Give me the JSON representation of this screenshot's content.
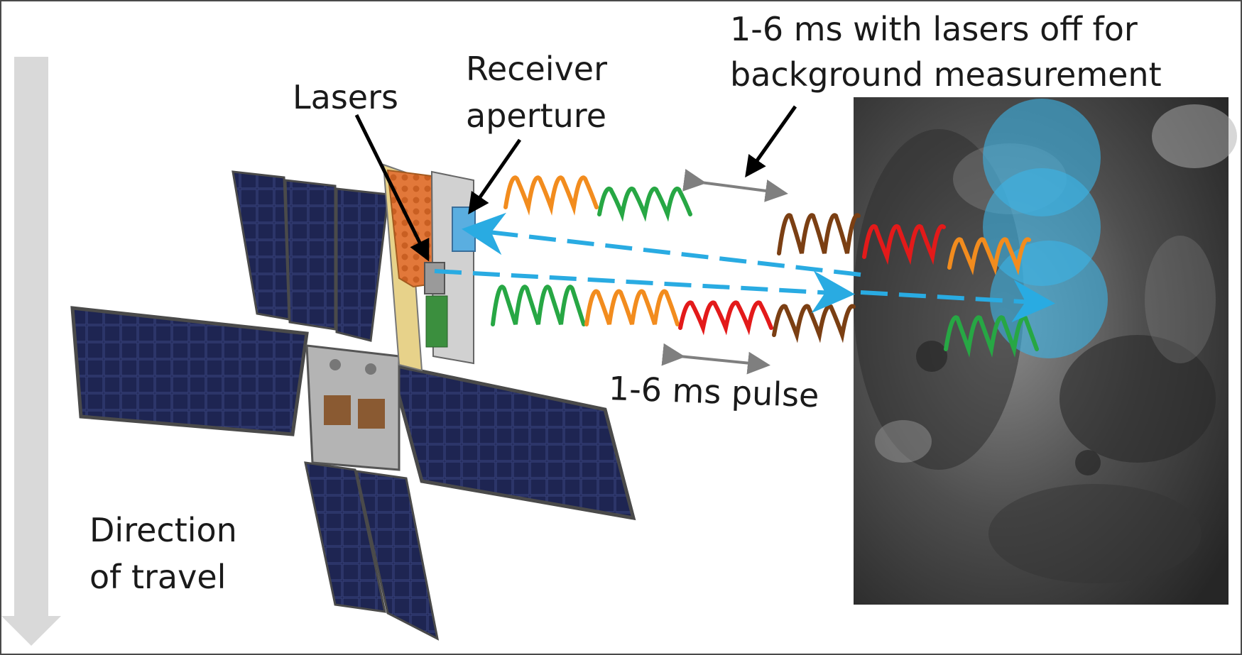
{
  "labels": {
    "lasers": "Lasers",
    "receiver_line1": "Receiver",
    "receiver_line2": "aperture",
    "background_line1": "1-6 ms with lasers off for",
    "background_line2": "background measurement",
    "pulse": "1-6 ms pulse",
    "direction_line1": "Direction",
    "direction_line2": "of travel"
  },
  "colors": {
    "orange": "#f28c1e",
    "green": "#27a744",
    "red": "#e31a1a",
    "brown": "#7b3f13",
    "beam": "#29abe2",
    "spot": "#3cb4e6",
    "panel": "#1e2552",
    "frame": "#4a4a4a",
    "travel_arrow": "#d9d9d9",
    "lunar_surface": "#5a5a5a"
  }
}
